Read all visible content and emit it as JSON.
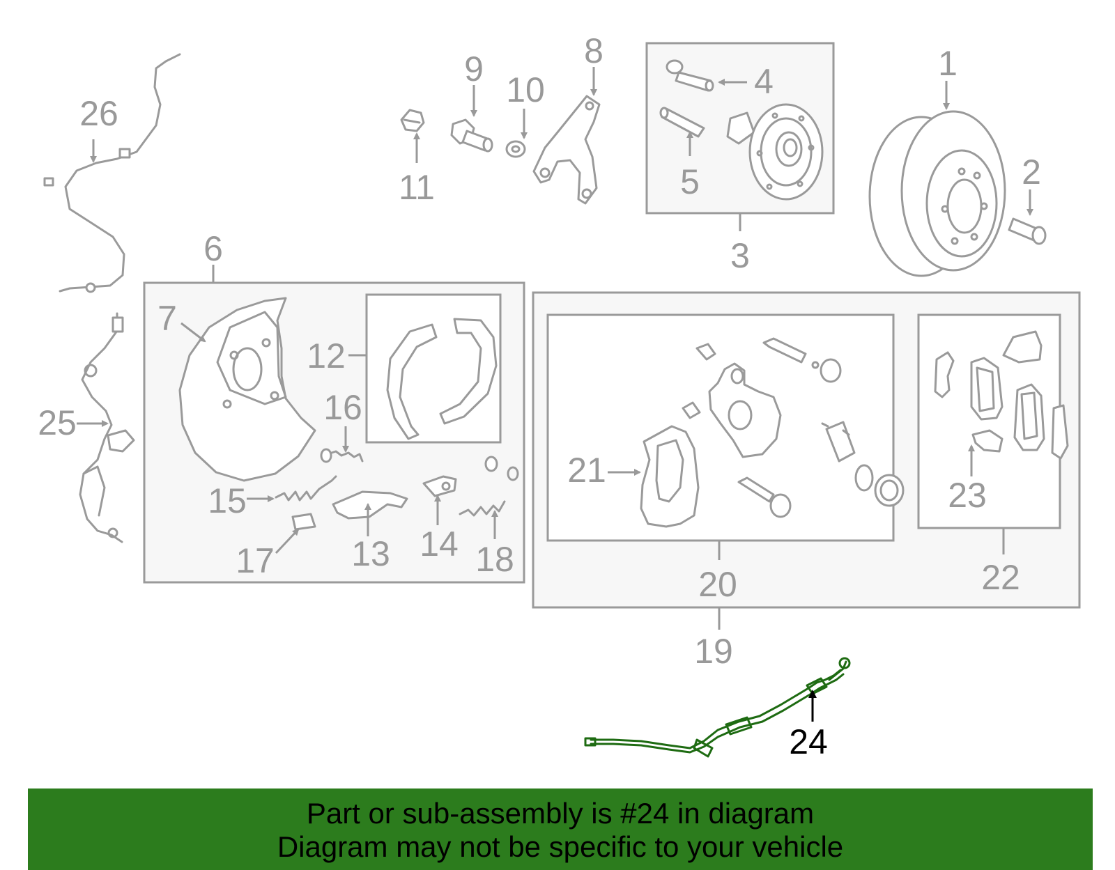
{
  "diagram": {
    "highlight_color": "#2c7c1d",
    "callouts": {
      "c1": "1",
      "c2": "2",
      "c3": "3",
      "c4": "4",
      "c5": "5",
      "c6": "6",
      "c7": "7",
      "c8": "8",
      "c9": "9",
      "c10": "10",
      "c11": "11",
      "c12": "12",
      "c13": "13",
      "c14": "14",
      "c15": "15",
      "c16": "16",
      "c17": "17",
      "c18": "18",
      "c19": "19",
      "c20": "20",
      "c21": "21",
      "c22": "22",
      "c23": "23",
      "c24": "24",
      "c25": "25",
      "c26": "26"
    }
  },
  "banner": {
    "line1": "Part or sub-assembly is #24 in diagram",
    "line2": "Diagram may not be specific to your vehicle"
  }
}
